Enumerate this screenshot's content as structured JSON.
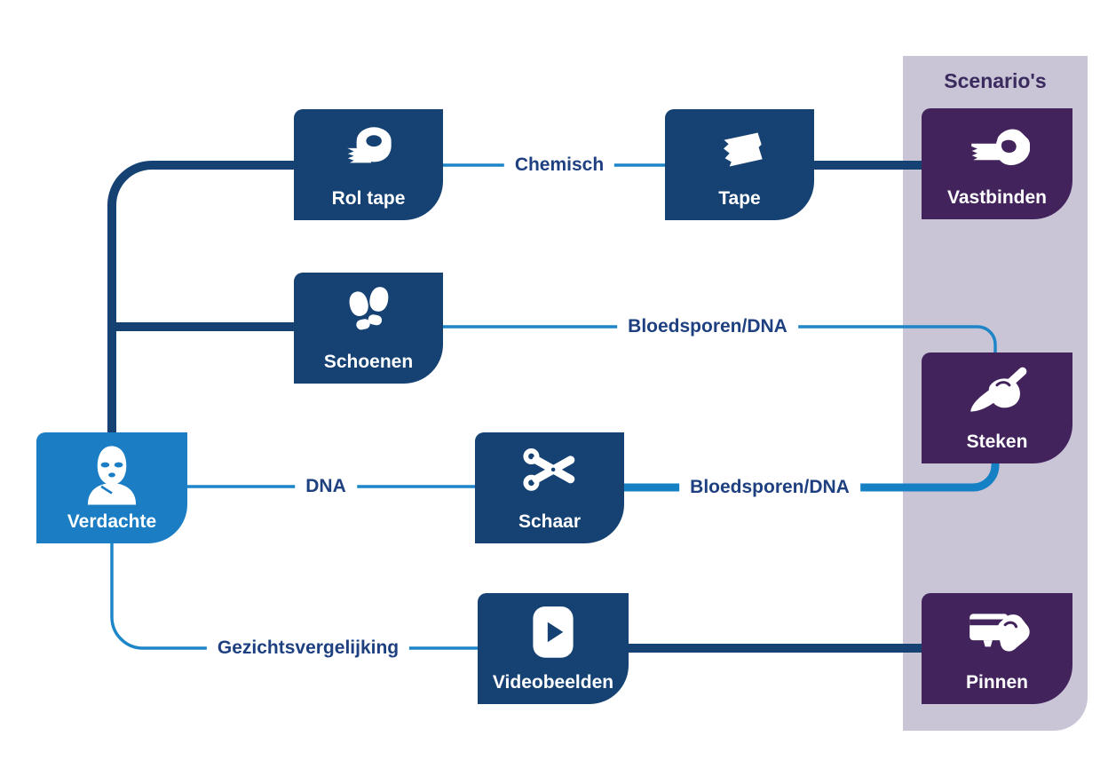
{
  "panel": {
    "title": "Scenario's"
  },
  "nodes": {
    "verdachte": {
      "label": "Verdachte",
      "icon": "balaclava-person-icon",
      "color": "#1b7ec4"
    },
    "rol_tape": {
      "label": "Rol tape",
      "icon": "tape-roll-icon",
      "color": "#154273"
    },
    "schoenen": {
      "label": "Schoenen",
      "icon": "footprints-icon",
      "color": "#154273"
    },
    "schaar": {
      "label": "Schaar",
      "icon": "scissors-icon",
      "color": "#154273"
    },
    "videobeelden": {
      "label": "Videobeelden",
      "icon": "video-play-icon",
      "color": "#154273"
    },
    "tape": {
      "label": "Tape",
      "icon": "torn-tape-piece-icon",
      "color": "#154273"
    },
    "vastbinden": {
      "label": "Vastbinden",
      "icon": "hand-holding-tape-icon",
      "color": "#42235c"
    },
    "steken": {
      "label": "Steken",
      "icon": "hand-holding-knife-icon",
      "color": "#42235c"
    },
    "pinnen": {
      "label": "Pinnen",
      "icon": "card-payment-hand-icon",
      "color": "#42235c"
    }
  },
  "edge_labels": {
    "chemisch": "Chemisch",
    "bloedsporen_dna_top": "Bloedsporen/DNA",
    "dna": "DNA",
    "bloedsporen_dna_bottom": "Bloedsporen/DNA",
    "gezichtsvergelijking": "Gezichtsvergelijking"
  },
  "colors": {
    "node_navy": "#154273",
    "node_bright_blue": "#1b7ec4",
    "node_purple": "#42235c",
    "panel_lavender": "#cac4d7",
    "panel_title_purple": "#3b2a5e",
    "edge_label_blue": "#1e4080",
    "line_light_blue": "#1e86c8",
    "line_medium_blue": "#1580c4",
    "line_navy": "#154273",
    "icon_white": "#ffffff"
  }
}
